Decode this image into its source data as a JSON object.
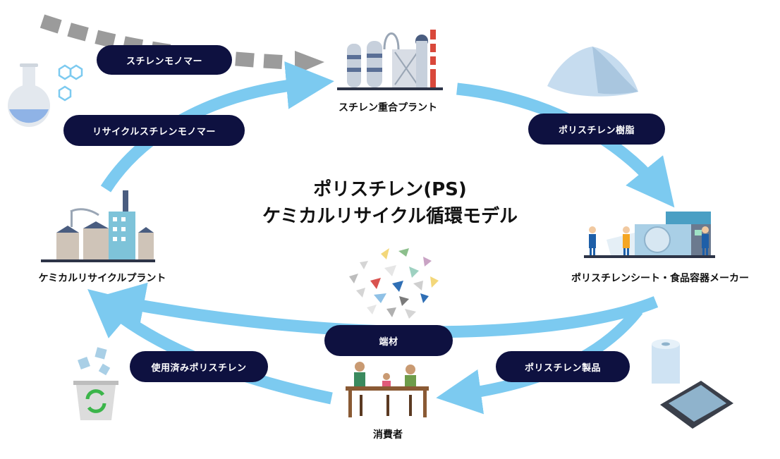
{
  "title": {
    "line1": "ポリスチレン(PS)",
    "line2": "ケミカルリサイクル循環モデル"
  },
  "nodes": {
    "polymerization_plant": "スチレン重合プラント",
    "sheet_maker": "ポリスチレンシート・食品容器メーカー",
    "consumer": "消費者",
    "recycle_plant": "ケミカルリサイクルプラント"
  },
  "flows": {
    "styrene_monomer": "スチレンモノマー",
    "recycled_styrene_monomer": "リサイクルスチレンモノマー",
    "polystyrene_resin": "ポリスチレン樹脂",
    "polystyrene_products": "ポリスチレン製品",
    "used_polystyrene": "使用済みポリスチレン",
    "offcuts": "端材"
  },
  "colors": {
    "pill": "#0e1140",
    "arrow": "#7ccaf0",
    "dashed_arrow": "#9b9b9b"
  }
}
